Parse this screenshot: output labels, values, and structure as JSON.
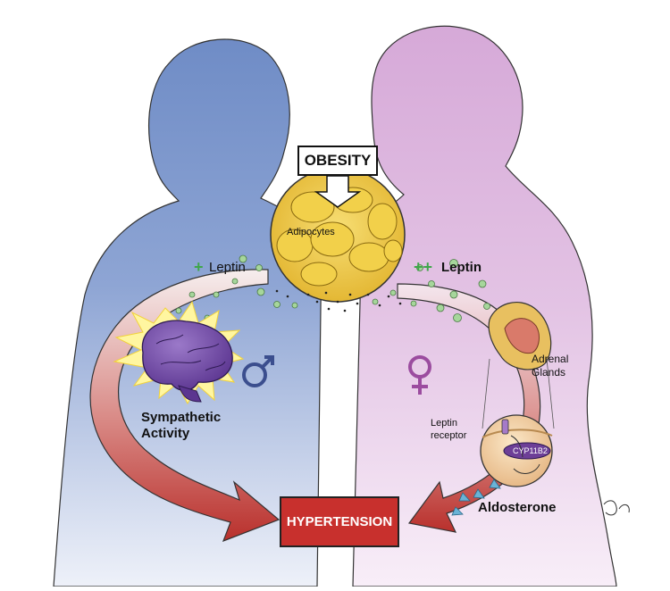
{
  "labels": {
    "obesity": "OBESITY",
    "adipocytes": "Adipocytes",
    "leptin_left_sign": "+",
    "leptin_left": "Leptin",
    "leptin_right_sign": "++",
    "leptin_right": "Leptin",
    "sympathetic_line1": "Sympathetic",
    "sympathetic_line2": "Activity",
    "adrenal_line1": "Adrenal",
    "adrenal_line2": "Glands",
    "leptin_receptor_line1": "Leptin",
    "leptin_receptor_line2": "receptor",
    "cyp": "CYP11B2",
    "aldosterone": "Aldosterone",
    "hypertension": "HYPERTENSION",
    "male_symbol": "♂",
    "female_symbol": "♀"
  },
  "colors": {
    "male": "#7b93c9",
    "female": "#d9a8d6",
    "arrow_red": "#c0393a",
    "fat_yellow": "#f0c93c",
    "brain_purple": "#6f47a1",
    "leptin_green": "#9bcf8f",
    "plus_green": "#3fa64a"
  }
}
